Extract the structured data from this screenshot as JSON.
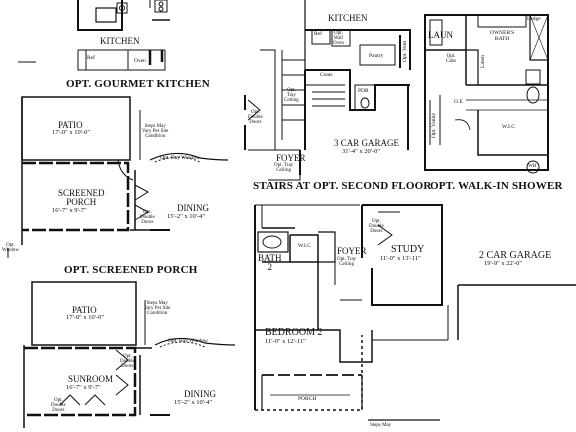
{
  "captions": {
    "gourmet_kitchen": "OPT. GOURMET KITCHEN",
    "screened_porch": "OPT. SCREENED PORCH",
    "stairs": "STAIRS AT OPT. SECOND FLOOR",
    "walk_in_shower": "OPT. WALK-IN SHOWER"
  },
  "gourmet_kitchen": {
    "kitchen": "KITCHEN",
    "ref": "Ref",
    "oven": "Oven"
  },
  "screened_porch_plan": {
    "patio": "PATIO",
    "patio_dim": "17'-0\" x 10'-0\"",
    "steps_note": [
      "Steps May",
      "Vary Per Site",
      "Condition"
    ],
    "bay_window": "Opt. Bay Window",
    "porch_name": [
      "SCREENED",
      "PORCH"
    ],
    "porch_dim": "16'-7\" x 9'-7\"",
    "double_doors": [
      "Opt.",
      "Double",
      "Doors"
    ],
    "dining": "DINING",
    "dining_dim": "15'-2\" x 10'-4\"",
    "window": [
      "Opt.",
      "Window"
    ]
  },
  "sunroom_plan": {
    "patio": "PATIO",
    "patio_dim": "17'-0\" x 10'-0\"",
    "steps_note": [
      "Steps May",
      "Vary Per Site",
      "Condition"
    ],
    "bay_window": "Opt. Bay Window",
    "sunroom": "SUNROOM",
    "sunroom_dim": "16'-7\" x 9'-7\"",
    "double_doors_right": [
      "Opt.",
      "Double",
      "Doors"
    ],
    "double_doors_left": [
      "Opt.",
      "Double",
      "Doors"
    ],
    "dining": "DINING",
    "dining_dim": "15'-2\" x 10'-4\""
  },
  "stairs_plan": {
    "kitchen": "KITCHEN",
    "ref": "Ref",
    "opt_wall_oven": [
      "Opt.",
      "Wall",
      "Oven"
    ],
    "pantry": "Pantry",
    "opt_vent": "Opt. Vent",
    "coats": "Coats",
    "tray_ceiling": [
      "Opt.",
      "Tray",
      "Ceiling"
    ],
    "pdr": "PDR",
    "double_doors": [
      "Opt.",
      "Double",
      "Doors"
    ],
    "garage": "3 CAR GARAGE",
    "garage_dim": "31'-4\" x 20'-0\"",
    "foyer": "FOYER",
    "foyer_tray": [
      "Opt. Tray",
      "Ceiling"
    ]
  },
  "shower_plan": {
    "laun": "LAUN",
    "opt_cabs": [
      "Opt.",
      "Cabs"
    ],
    "ledge": "Ledge",
    "owners_bath": [
      "OWNER'S",
      "BATH"
    ],
    "linen": "Linen",
    "oe": "O.E",
    "opt_vanity": "Opt. Vanity",
    "wic": "W.I.C",
    "wh": "WH"
  },
  "main_plan": {
    "opt_double_doors": [
      "Opt.",
      "Double",
      "Doors"
    ],
    "study": "STUDY",
    "study_dim": "11'-0\" x 13'-11\"",
    "garage": "2 CAR GARAGE",
    "garage_dim": "19'-9\" x 22'-0\"",
    "bath": [
      "BATH",
      "2"
    ],
    "wic": "W.I.C",
    "foyer": "FOYER",
    "foyer_tray": [
      "Opt. Tray",
      "Ceiling"
    ],
    "bedroom": "BEDROOM 2",
    "bedroom_dim": "11'-0\" x 12'-11\"",
    "porch": "PORCH",
    "steps_note": "Steps May"
  }
}
